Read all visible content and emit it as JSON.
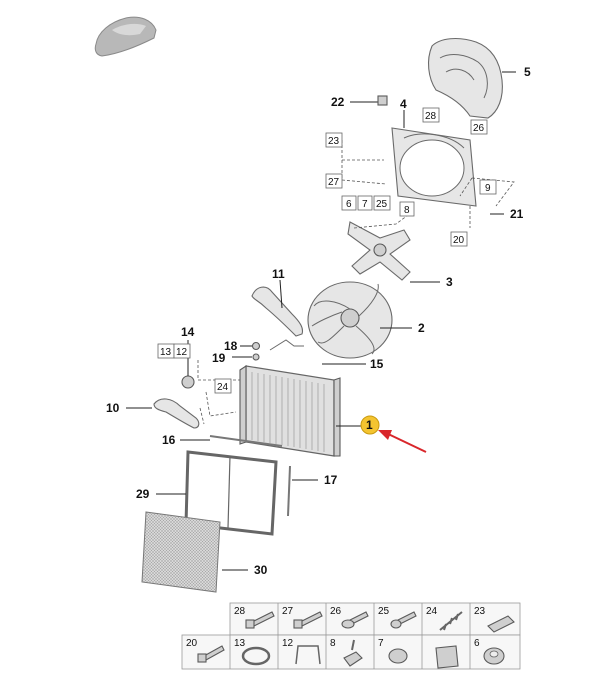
{
  "callouts": [
    {
      "id": "c5",
      "label": "5"
    },
    {
      "id": "c22",
      "label": "22"
    },
    {
      "id": "c4",
      "label": "4"
    },
    {
      "id": "c28",
      "label": "28"
    },
    {
      "id": "c26",
      "label": "26"
    },
    {
      "id": "c23",
      "label": "23"
    },
    {
      "id": "c27",
      "label": "27"
    },
    {
      "id": "c9",
      "label": "9"
    },
    {
      "id": "c6",
      "label": "6"
    },
    {
      "id": "c7",
      "label": "7"
    },
    {
      "id": "c25",
      "label": "25"
    },
    {
      "id": "c8",
      "label": "8"
    },
    {
      "id": "c21",
      "label": "21"
    },
    {
      "id": "c20",
      "label": "20"
    },
    {
      "id": "c3",
      "label": "3"
    },
    {
      "id": "c11",
      "label": "11"
    },
    {
      "id": "c2",
      "label": "2"
    },
    {
      "id": "c14",
      "label": "14"
    },
    {
      "id": "c13",
      "label": "13"
    },
    {
      "id": "c12",
      "label": "12"
    },
    {
      "id": "c18",
      "label": "18"
    },
    {
      "id": "c19",
      "label": "19"
    },
    {
      "id": "c15",
      "label": "15"
    },
    {
      "id": "c24",
      "label": "24"
    },
    {
      "id": "c10",
      "label": "10"
    },
    {
      "id": "c1",
      "label": "1"
    },
    {
      "id": "c16",
      "label": "16"
    },
    {
      "id": "c17",
      "label": "17"
    },
    {
      "id": "c29",
      "label": "29"
    },
    {
      "id": "c30",
      "label": "30"
    }
  ],
  "legend_grid": {
    "row1": [
      "28",
      "27",
      "26",
      "25",
      "24",
      "23"
    ],
    "row2": [
      "20",
      "13",
      "12",
      "8",
      "7",
      "6"
    ]
  },
  "colors": {
    "highlight": "#f4c430",
    "arrow": "#d9262b",
    "part_fill": "#e6e6e6",
    "part_stroke": "#6a6a6a"
  }
}
